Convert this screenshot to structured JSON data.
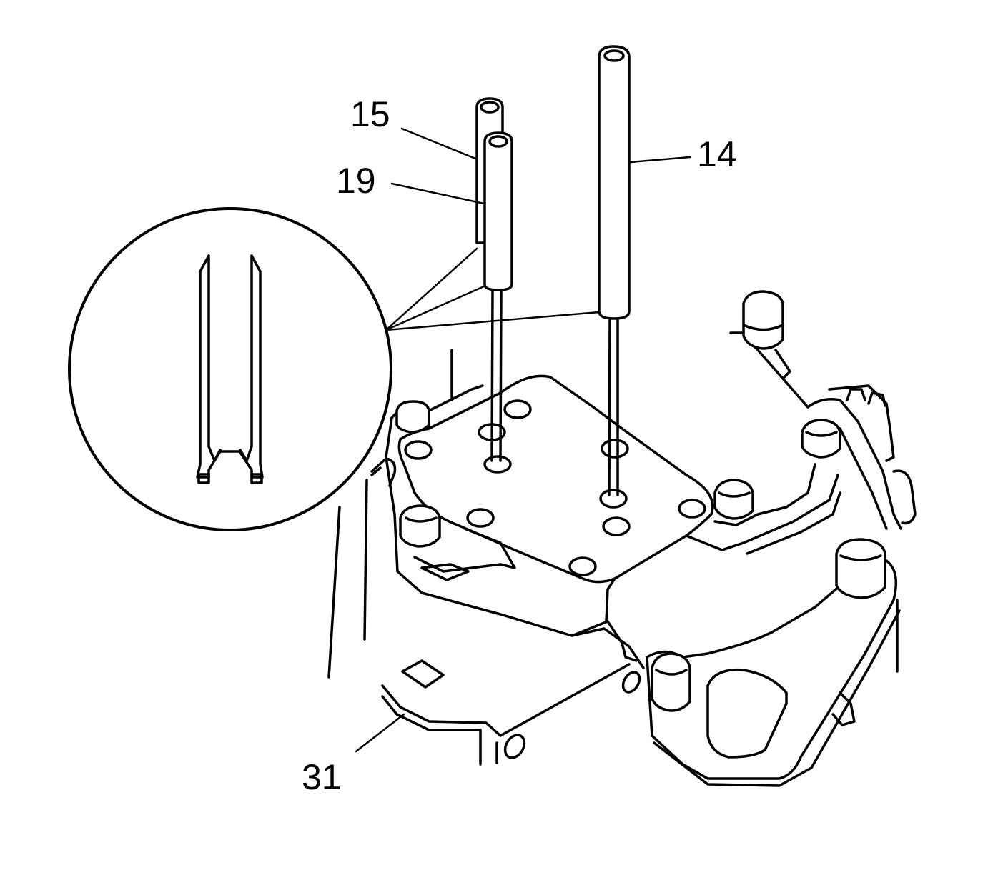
{
  "diagram": {
    "callouts": [
      {
        "id": "15",
        "label": "15"
      },
      {
        "id": "19",
        "label": "19"
      },
      {
        "id": "14",
        "label": "14"
      },
      {
        "id": "31",
        "label": "31"
      }
    ],
    "colors": {
      "line": "#000000",
      "background": "#ffffff"
    }
  }
}
